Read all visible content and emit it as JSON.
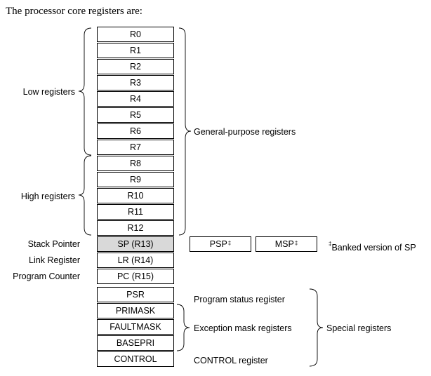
{
  "intro": "The processor core registers are:",
  "general_registers": [
    "R0",
    "R1",
    "R2",
    "R3",
    "R4",
    "R5",
    "R6",
    "R7",
    "R8",
    "R9",
    "R10",
    "R11",
    "R12"
  ],
  "special_pointer_registers": [
    {
      "name": "SP (R13)",
      "label": "Stack Pointer"
    },
    {
      "name": "LR (R14)",
      "label": "Link Register"
    },
    {
      "name": "PC (R15)",
      "label": "Program Counter"
    }
  ],
  "banked": {
    "psp": "PSP",
    "msp": "MSP",
    "mark": "‡",
    "note": "Banked version of SP"
  },
  "status_registers": [
    "PSR",
    "PRIMASK",
    "FAULTMASK",
    "BASEPRI",
    "CONTROL"
  ],
  "labels": {
    "low": "Low registers",
    "high": "High registers",
    "general_purpose": "General-purpose registers",
    "program_status": "Program status register",
    "exception_mask": "Exception mask registers",
    "special": "Special registers",
    "control": "CONTROL register"
  }
}
